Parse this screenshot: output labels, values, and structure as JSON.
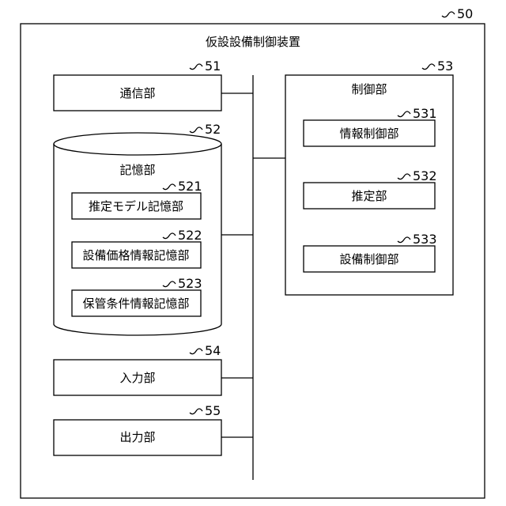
{
  "device": {
    "ref": "50",
    "title": "仮設設備制御装置"
  },
  "communication": {
    "ref": "51",
    "label": "通信部"
  },
  "storage": {
    "ref": "52",
    "label": "記憶部",
    "items": [
      {
        "ref": "521",
        "label": "推定モデル記憶部"
      },
      {
        "ref": "522",
        "label": "設備価格情報記憶部"
      },
      {
        "ref": "523",
        "label": "保管条件情報記憶部"
      }
    ]
  },
  "control": {
    "ref": "53",
    "label": "制御部",
    "items": [
      {
        "ref": "531",
        "label": "情報制御部"
      },
      {
        "ref": "532",
        "label": "推定部"
      },
      {
        "ref": "533",
        "label": "設備制御部"
      }
    ]
  },
  "input": {
    "ref": "54",
    "label": "入力部"
  },
  "output": {
    "ref": "55",
    "label": "出力部"
  }
}
